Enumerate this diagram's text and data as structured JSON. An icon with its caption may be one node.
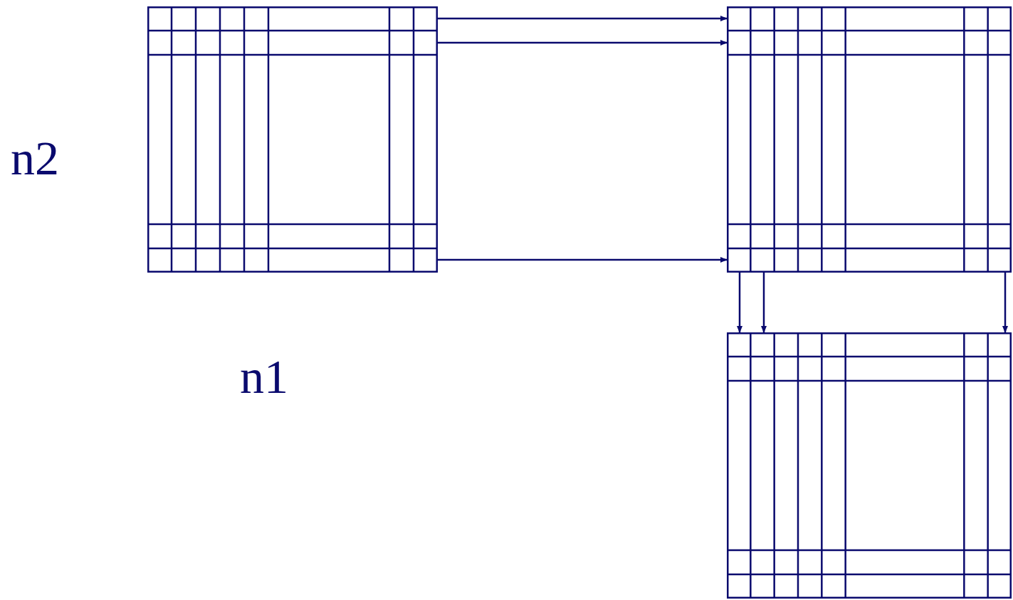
{
  "diagram": {
    "nodes": [
      {
        "text": [],
        "shape": "grid"
      },
      {
        "text": [],
        "shape": "grid"
      },
      {
        "text": [],
        "shape": "grid"
      }
    ],
    "edges": [
      {
        "from": 0,
        "to": 1,
        "arrow": "to"
      },
      {
        "from": 0,
        "to": 1,
        "arrow": "to"
      },
      {
        "from": 0,
        "to": 1,
        "arrow": "to"
      },
      {
        "from": 1,
        "to": 2,
        "arrow": "to"
      },
      {
        "from": 1,
        "to": 2,
        "arrow": "to"
      },
      {
        "from": 1,
        "to": 2,
        "arrow": "to"
      }
    ],
    "labels": [
      "n2",
      "n1"
    ]
  }
}
